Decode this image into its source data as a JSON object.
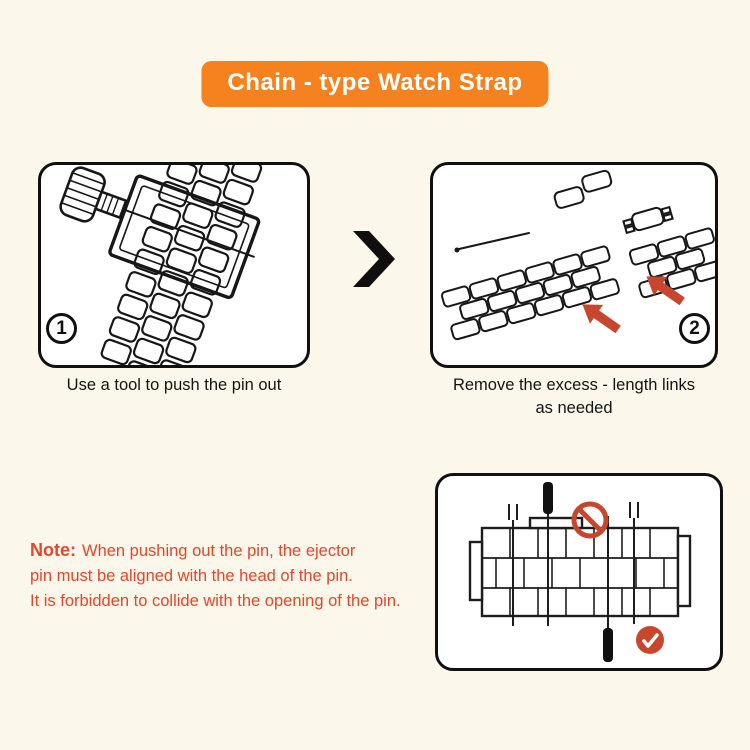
{
  "colors": {
    "background": "#FBF7EA",
    "banner_orange": "#F5821E",
    "note_red": "#E2472C",
    "arrow_red": "#C7472E",
    "outline_black": "#101010"
  },
  "header": {
    "title": "Chain - type Watch Strap"
  },
  "steps": [
    {
      "number": "1",
      "caption": "Use a tool to push the pin out",
      "illustration": "link-pin-remover-tool-pressed-on-strap"
    },
    {
      "number": "2",
      "caption_line1": "Remove the excess - length links",
      "caption_line2": "as needed",
      "illustration": "separated-strap-links-with-red-arrows"
    }
  ],
  "note": {
    "label": "Note:",
    "line1": "When pushing out the pin, the ejector",
    "line2": "pin must be aligned with the head of the pin.",
    "line3": "It is forbidden to collide with the opening of the pin."
  },
  "icons": {
    "between_steps": "chevron-right",
    "wrong": "prohibition-circle",
    "correct": "check-circle"
  }
}
